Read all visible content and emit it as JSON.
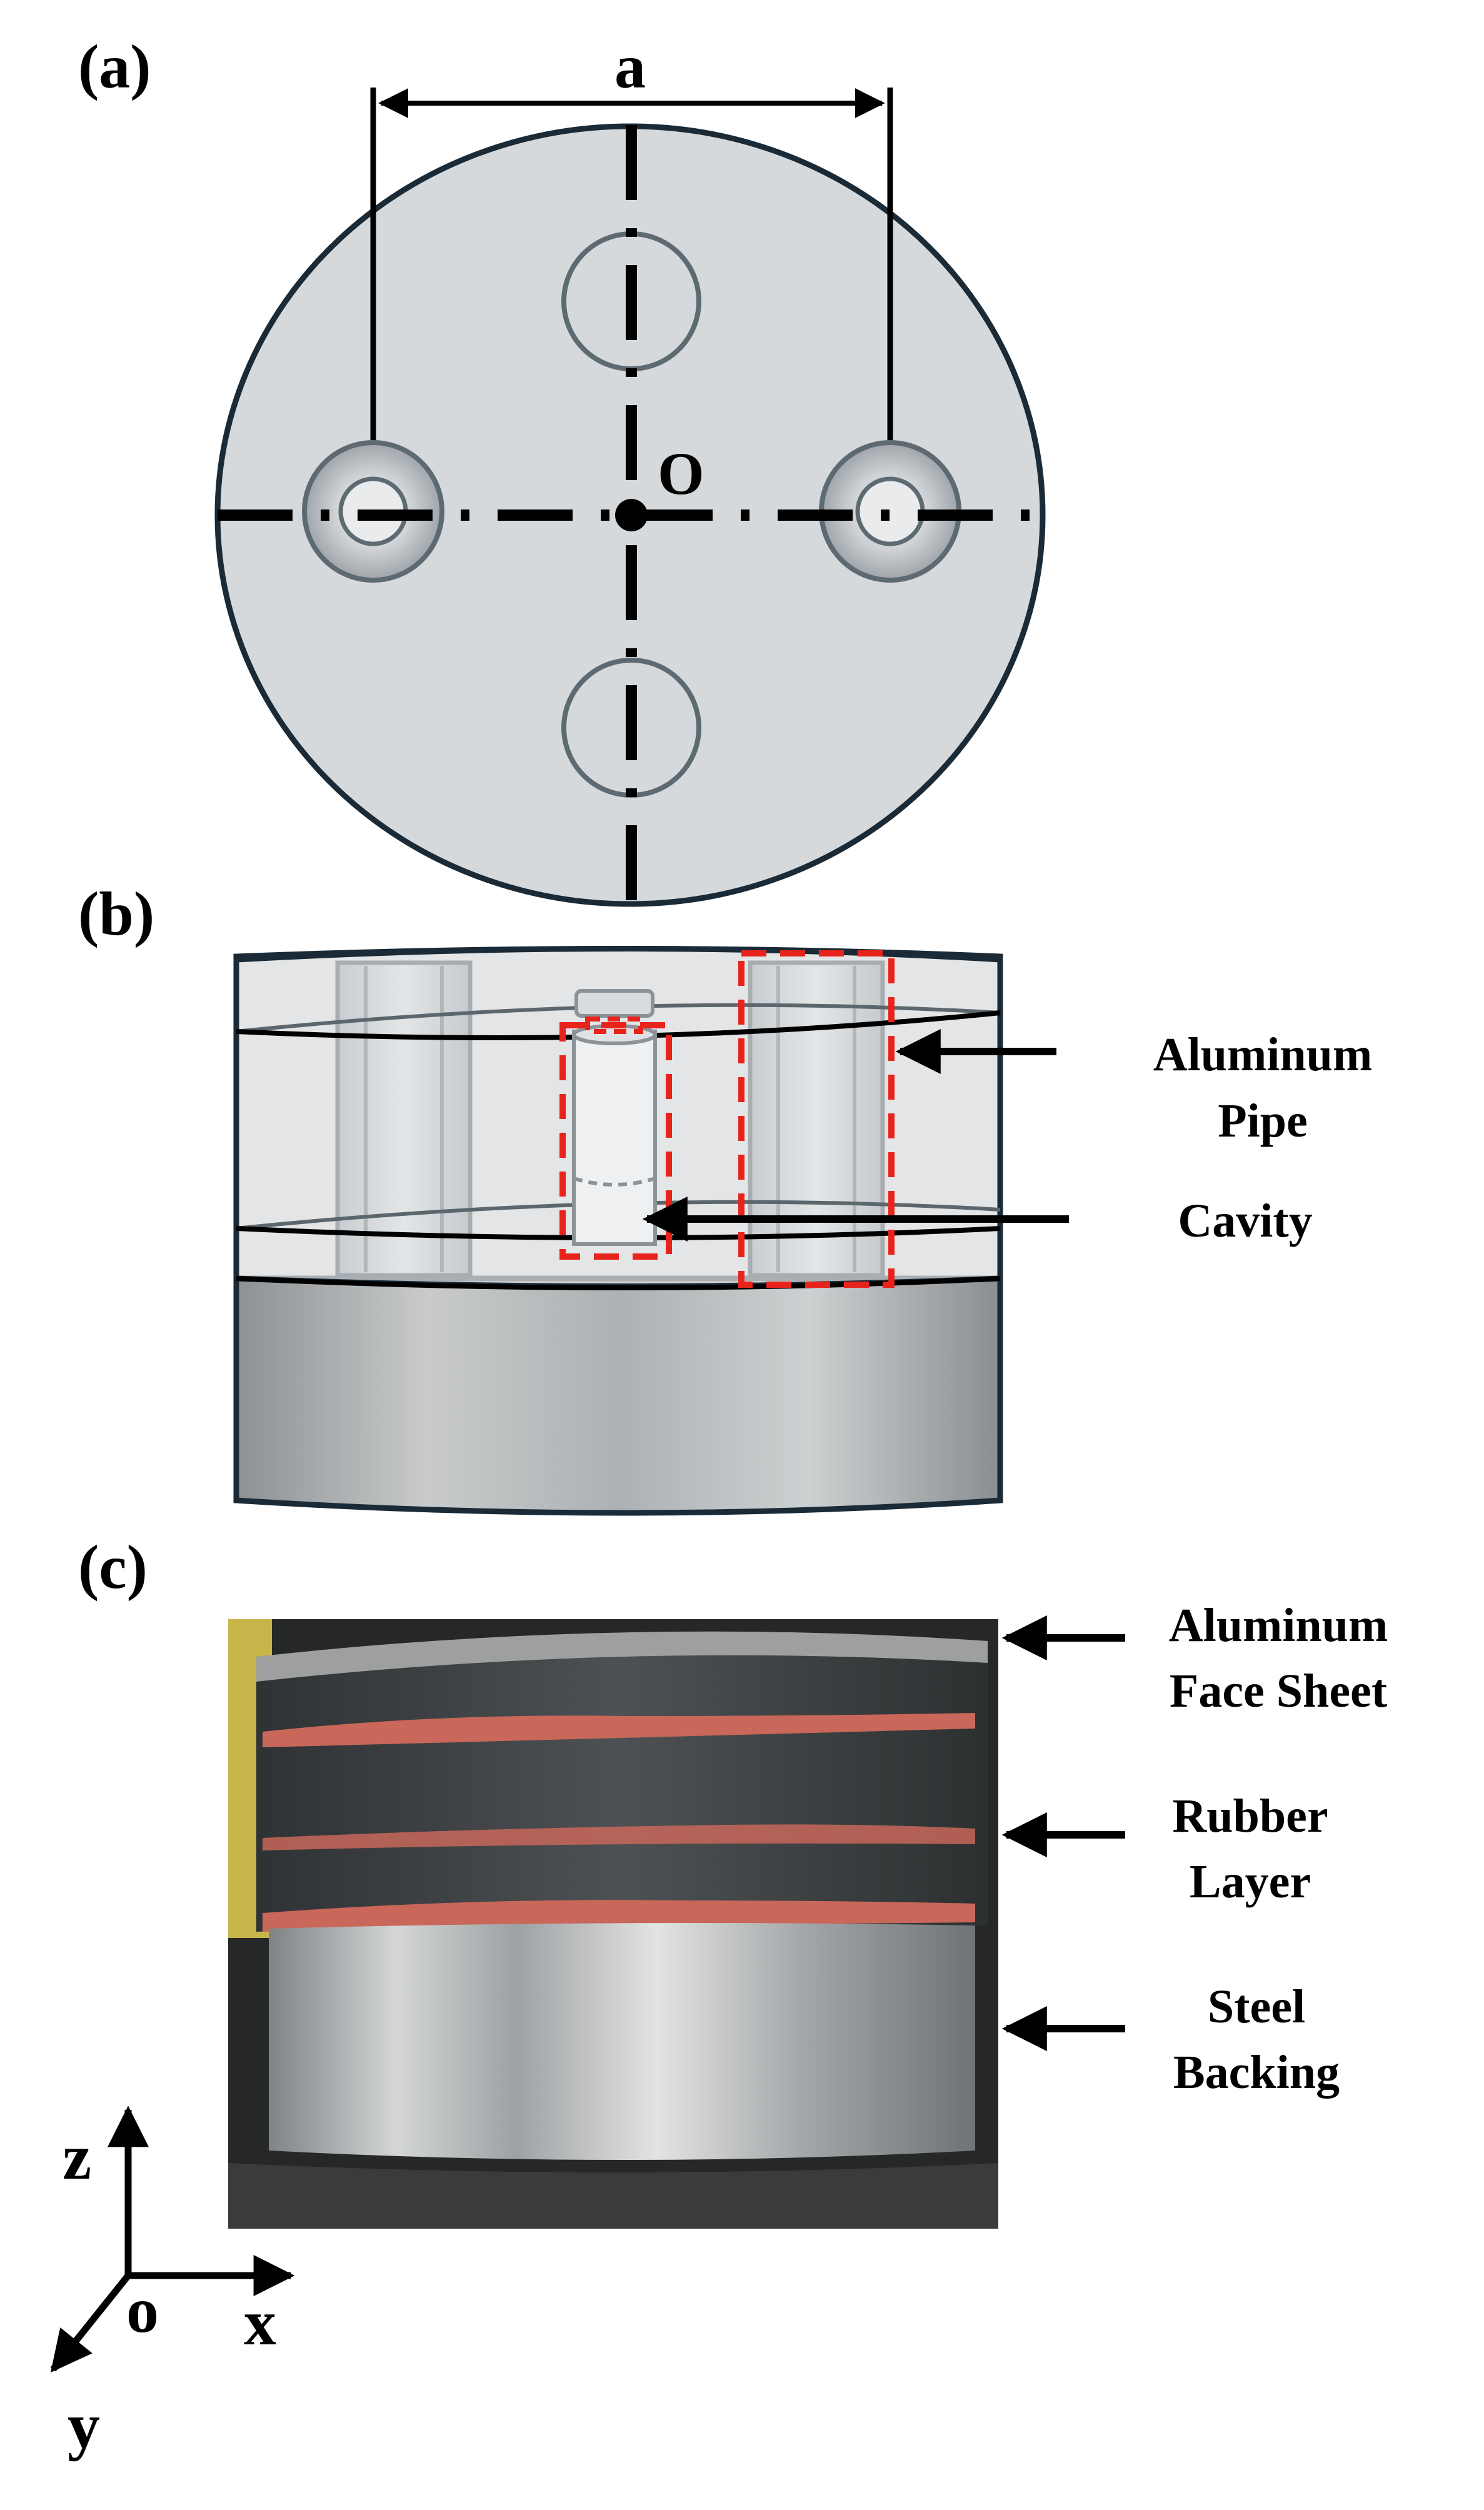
{
  "panels": {
    "a": {
      "label": "(a)",
      "dimension_label": "a",
      "origin_label": "O"
    },
    "b": {
      "label": "(b)",
      "callouts": [
        "Aluminum",
        "Pipe",
        "Cavity"
      ]
    },
    "c": {
      "label": "(c)",
      "callouts": [
        "Aluminum",
        "Face Sheet",
        "Rubber",
        "Layer",
        "Steel",
        "Backing"
      ]
    }
  },
  "axes": {
    "z": "z",
    "origin": "o",
    "x": "x",
    "y": "y"
  },
  "colors": {
    "disk_fill": "#d6d9db",
    "disk_stroke": "#1a2a36",
    "hole_stroke": "#5e6a72",
    "highlight": "#e8231c",
    "steel": "#b9bcbe",
    "rubber": "#45484a",
    "rubber_red": "#c8675a"
  }
}
